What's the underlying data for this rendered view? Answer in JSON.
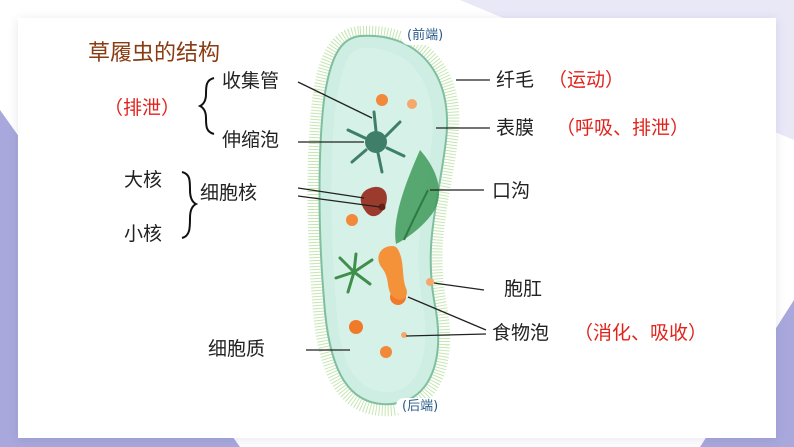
{
  "title": "草履虫的结构",
  "labels": {
    "front_end": "(前端)",
    "back_end": "(后端)",
    "excretion": "（排泄）",
    "collecting_tube": "收集管",
    "contractile_vacuole": "伸缩泡",
    "macronucleus": "大核",
    "micronucleus": "小核",
    "nucleus": "细胞核",
    "cytoplasm": "细胞质",
    "cilia": "纤毛",
    "cilia_note": "（运动）",
    "pellicle": "表膜",
    "pellicle_note": "（呼吸、排泄）",
    "oral_groove": "口沟",
    "anal_pore": "胞肛",
    "food_vacuole": "食物泡",
    "food_vacuole_note": "（消化、吸收）"
  },
  "colors": {
    "title": "#8a3b12",
    "function_note": "#e0231c",
    "cell_body": "#cfeee3",
    "decor_purple": "#a9a8dc"
  }
}
